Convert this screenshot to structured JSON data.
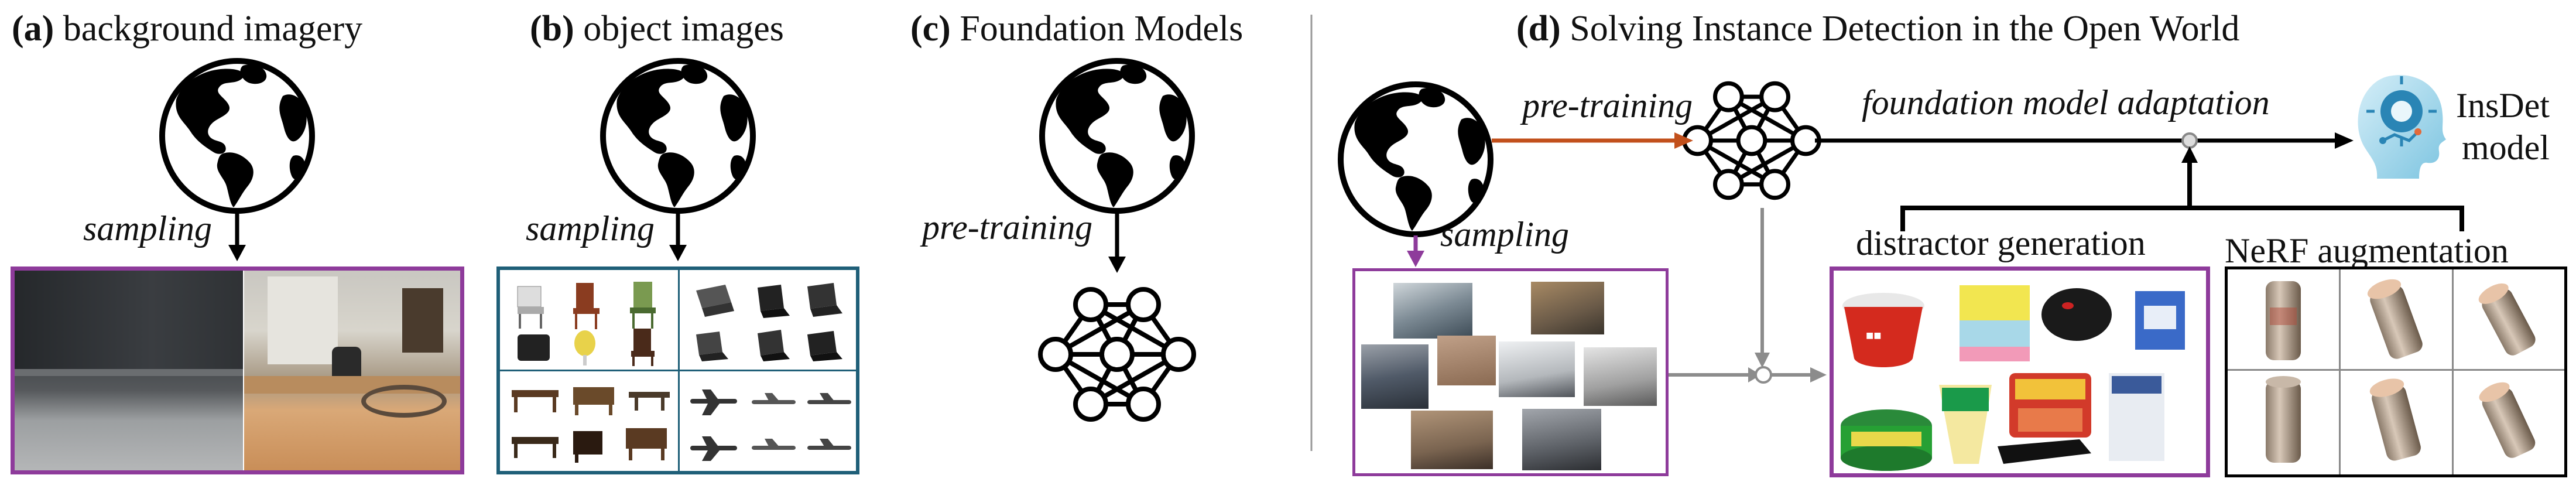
{
  "panels": {
    "a": {
      "letter": "(a)",
      "title": "background imagery",
      "arrow_label": "sampling"
    },
    "b": {
      "letter": "(b)",
      "title": "object images",
      "arrow_label": "sampling"
    },
    "c": {
      "letter": "(c)",
      "title": "Foundation Models",
      "arrow_label": "pre-training"
    },
    "d": {
      "letter": "(d)",
      "title": "Solving Instance Detection in the Open World",
      "pretraining_label": "pre-training",
      "sampling_label": "sampling",
      "adaptation_label": "foundation model adaptation",
      "distractor_label": "distractor generation",
      "nerf_label": "NeRF augmentation",
      "insdet_label_line1": "InsDet",
      "insdet_label_line2": "model"
    }
  },
  "colors": {
    "purple": "#8e3b9b",
    "teal": "#1f5f78",
    "orange": "#c2501c",
    "gray": "#8c8c8c",
    "black": "#000000"
  },
  "icons": [
    "globe-icon",
    "neural-network-icon",
    "ai-head-icon"
  ]
}
